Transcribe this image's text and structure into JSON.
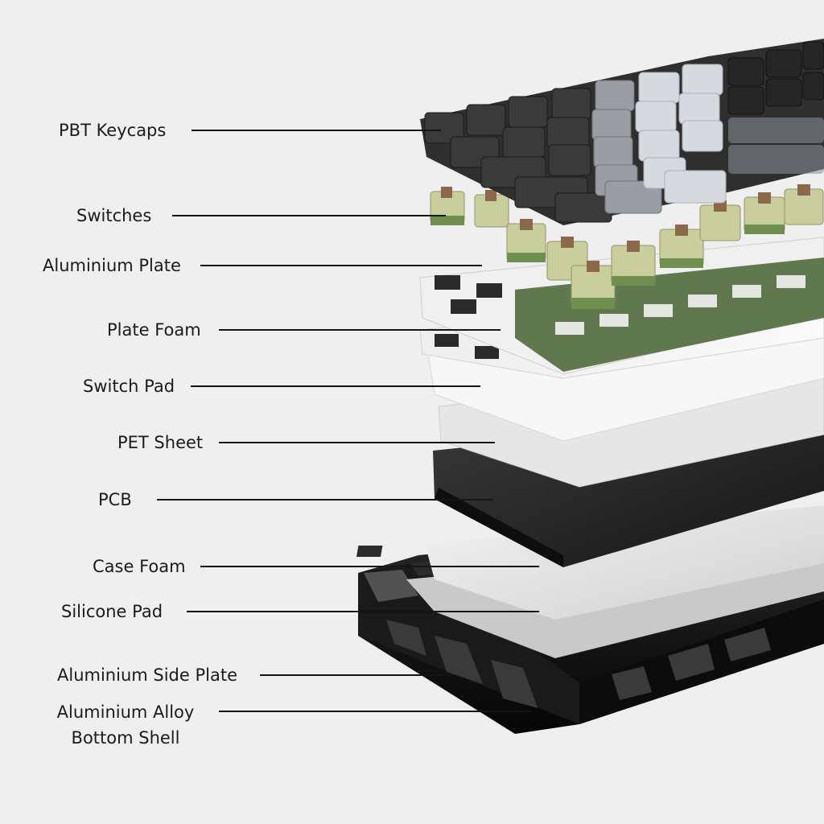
{
  "labels": {
    "pbt_keycaps": "PBT Keycaps",
    "switches": "Switches",
    "aluminium_plate": "Aluminium Plate",
    "plate_foam": "Plate Foam",
    "switch_pad": "Switch Pad",
    "pet_sheet": "PET Sheet",
    "pcb": "PCB",
    "case_foam": "Case Foam",
    "silicone_pad": "Silicone Pad",
    "aluminium_side_plate": "Aluminium Side Plate",
    "bottom_shell_line1": "Aluminium Alloy",
    "bottom_shell_line2": "Bottom Shell"
  },
  "colors": {
    "background": "#efefef",
    "label_text": "#1b1b1b",
    "leader_line": "#151515",
    "keycap_dark": "#2f2f2f",
    "keycap_grey": "#9a9da2",
    "keycap_light": "#d6dade",
    "switch_housing": "#c9cf9c",
    "switch_base": "#6f8f4f",
    "switch_stem": "#8a6a4a",
    "plate_green": "#4f6a3c",
    "foam_white": "#f6f6f6",
    "pcb_black": "#1d1d1d",
    "case_foam": "#dcdcdc",
    "shell_black": "#111111"
  }
}
